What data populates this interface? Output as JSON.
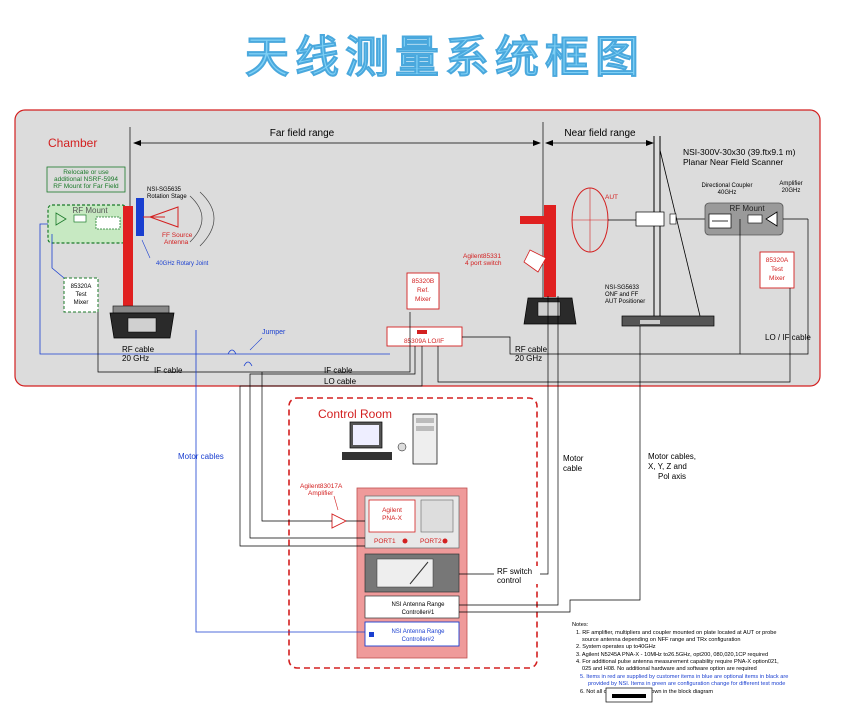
{
  "title": "天线测量系统框图",
  "chamber": {
    "label": "Chamber",
    "far_field_range": "Far field range",
    "near_field_range": "Near field range",
    "scanner_line1": "NSI-300V-30x30 (39.ftx9.1   m)",
    "scanner_line2": "Planar Near Field Scanner",
    "relocate_line1": "Relocate or use",
    "relocate_line2": "additional NSRF-5994",
    "relocate_line3": "RF Mount for Far Field",
    "rf_mount_left": "RF Mount",
    "rf_mount_right": "RF Mount",
    "rotation_stage_line1": "NSI-SG5635",
    "rotation_stage_line2": "Rotation Stage",
    "ff_source_line1": "FF Source",
    "ff_source_line2": "Antenna",
    "rotary_joint": "40GHz Rotary Joint",
    "test_mixer_left_1": "85320A",
    "test_mixer_left_2": "Test",
    "test_mixer_left_3": "Mixer",
    "ref_mixer_1": "85320B",
    "ref_mixer_2": "Ref.",
    "ref_mixer_3": "Mixer",
    "ldif": "85309A LO/IF",
    "aut": "AUT",
    "switch_line1": "Agilent85331",
    "switch_line2": "4 port switch",
    "positioner_line1": "NSI-SG5633",
    "positioner_line2": "ONF and FF",
    "positioner_line3": "AUT Positioner",
    "dir_coupler_line1": "Directional Coupler",
    "dir_coupler_line2": "40GHz",
    "amplifier_line1": "Amplifier",
    "amplifier_line2": "20GHz",
    "test_mixer_right_1": "85320A",
    "test_mixer_right_2": "Test",
    "test_mixer_right_3": "Mixer",
    "jumper": "Jumper",
    "rf_cable_left_1": "RF cable",
    "rf_cable_left_2": "20 GHz",
    "rf_cable_right_1": "RF cable",
    "rf_cable_right_2": "20 GHz",
    "if_cable_left": "IF cable",
    "if_cable_mid": "IF cable",
    "lo_cable": "LO cable",
    "lo_if_cable": "LO / IF cable"
  },
  "control_room": {
    "label": "Control Room",
    "amplifier_line1": "Agilent83017A",
    "amplifier_line2": "Amplifier",
    "pna_line1": "Agilent",
    "pna_line2": "PNA-X",
    "port1": "PORT1",
    "port2": "PORT2",
    "controller1_line1": "NSI Antenna Range",
    "controller1_line2": "Controller#1",
    "controller2_line1": "NSI Antenna Range",
    "controller2_line2": "Controller#2",
    "rf_switch_line1": "RF switch",
    "rf_switch_line2": "control"
  },
  "cables": {
    "motor_cables": "Motor cables",
    "motor_cable_1": "Motor",
    "motor_cable_2": "cable",
    "motor_cables_xyz_1": "Motor cables,",
    "motor_cables_xyz_2": "X, Y,  Z and",
    "motor_cables_xyz_3": "Pol axis"
  },
  "notes": {
    "heading": "Notes:",
    "n1a": "1. RF amplifier, multipliers and coupler mounted on plate located at AUT or probe",
    "n1b": "source antenna depending on NFF range and TRx configuration",
    "n2": "2. System operates up to40GHz",
    "n3": "3. Agilent N5245A PNA-X - 10MHz to26.5GHz, opt200, 080,020,1CP required",
    "n4a": "4.  For additional pulse antenna measurement capability require PNA-X option021,",
    "n4b": "025 and H08.  No additional hardware and software option are required",
    "n5a": "5. Items in red are supplied by customer items in blue are optional items in black are",
    "n5b": "provided by NSI. Items in green are configuration change for different test mode",
    "n6": "6.  Not all components are shown in the block diagram"
  },
  "colors": {
    "title": "#7fd0f5",
    "chamber_border": "#d32020",
    "chamber_fill": "#dcdcdc",
    "customer_red": "#d32020",
    "optional_blue": "#1a3fd0",
    "config_green": "#1b7a2a"
  }
}
